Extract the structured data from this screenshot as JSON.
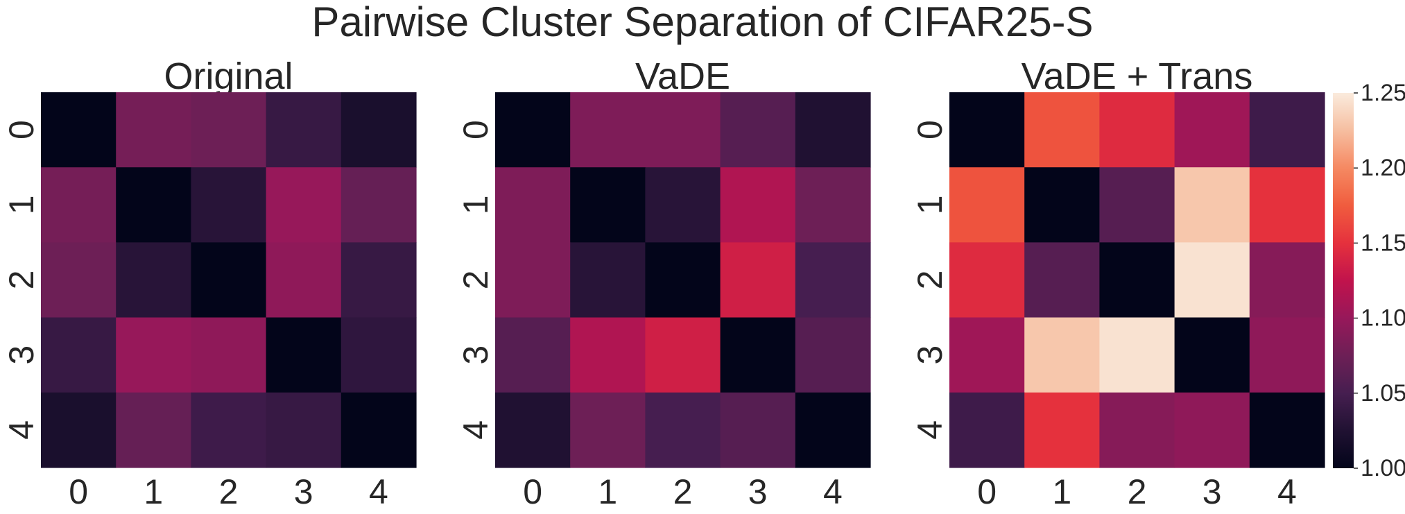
{
  "figure": {
    "title": "Pairwise Cluster Separation of CIFAR25-S"
  },
  "chart_data": {
    "type": "heatmap",
    "title": "Pairwise Cluster Separation of CIFAR25-S",
    "color_range": [
      1.0,
      1.25
    ],
    "colormap": "rocket",
    "colorbar_ticks": [
      "1.00",
      "1.05",
      "1.10",
      "1.15",
      "1.20",
      "1.25"
    ],
    "colorbar_values": [
      1.0,
      1.05,
      1.1,
      1.15,
      1.2,
      1.25
    ],
    "grid": false,
    "panels": [
      {
        "title": "Original",
        "x_labels": [
          "0",
          "1",
          "2",
          "3",
          "4"
        ],
        "y_labels": [
          "0",
          "1",
          "2",
          "3",
          "4"
        ],
        "matrix": [
          [
            1.0,
            1.08,
            1.075,
            1.04,
            1.02
          ],
          [
            1.08,
            1.0,
            1.03,
            1.1,
            1.07
          ],
          [
            1.075,
            1.03,
            1.0,
            1.095,
            1.04
          ],
          [
            1.04,
            1.1,
            1.095,
            1.0,
            1.035
          ],
          [
            1.02,
            1.07,
            1.045,
            1.04,
            1.0
          ]
        ]
      },
      {
        "title": "VaDE",
        "x_labels": [
          "0",
          "1",
          "2",
          "3",
          "4"
        ],
        "y_labels": [
          "0",
          "1",
          "2",
          "3",
          "4"
        ],
        "matrix": [
          [
            1.0,
            1.085,
            1.085,
            1.06,
            1.025
          ],
          [
            1.085,
            1.0,
            1.03,
            1.115,
            1.075
          ],
          [
            1.085,
            1.03,
            1.0,
            1.135,
            1.05
          ],
          [
            1.06,
            1.115,
            1.135,
            1.0,
            1.06
          ],
          [
            1.025,
            1.075,
            1.05,
            1.06,
            1.0
          ]
        ]
      },
      {
        "title": "VaDE + Trans",
        "x_labels": [
          "0",
          "1",
          "2",
          "3",
          "4"
        ],
        "y_labels": [
          "0",
          "1",
          "2",
          "3",
          "4"
        ],
        "matrix": [
          [
            1.0,
            1.17,
            1.145,
            1.105,
            1.045
          ],
          [
            1.17,
            1.0,
            1.06,
            1.23,
            1.15
          ],
          [
            1.145,
            1.06,
            1.0,
            1.245,
            1.09
          ],
          [
            1.105,
            1.23,
            1.245,
            1.0,
            1.095
          ],
          [
            1.045,
            1.15,
            1.09,
            1.095,
            1.0
          ]
        ]
      }
    ]
  }
}
